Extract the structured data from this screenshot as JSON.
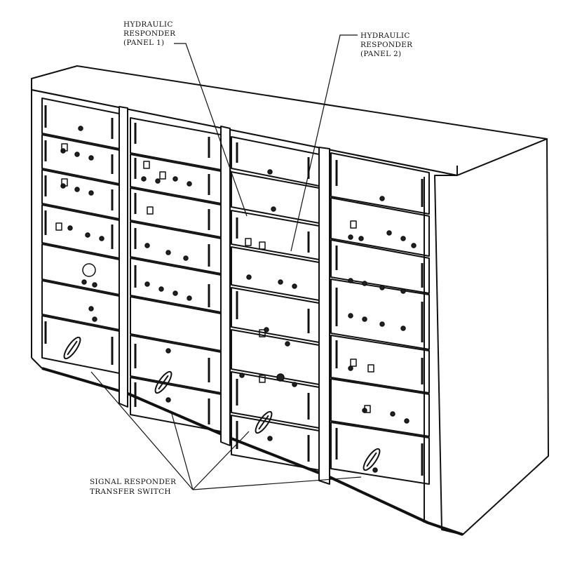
{
  "callouts": {
    "hydraulic_panel_1": [
      "HYDRAULIC",
      "RESPONDER",
      "(PANEL 1)"
    ],
    "hydraulic_panel_2": [
      "HYDRAULIC",
      "RESPONDER",
      "(PANEL 2)"
    ],
    "signal_transfer_switch": [
      "SIGNAL RESPONDER",
      "TRANSFER SWITCH"
    ]
  },
  "colors": {
    "ink": "#111111",
    "paper": "#ffffff"
  },
  "structure": {
    "cabinet_bays": 4
  }
}
